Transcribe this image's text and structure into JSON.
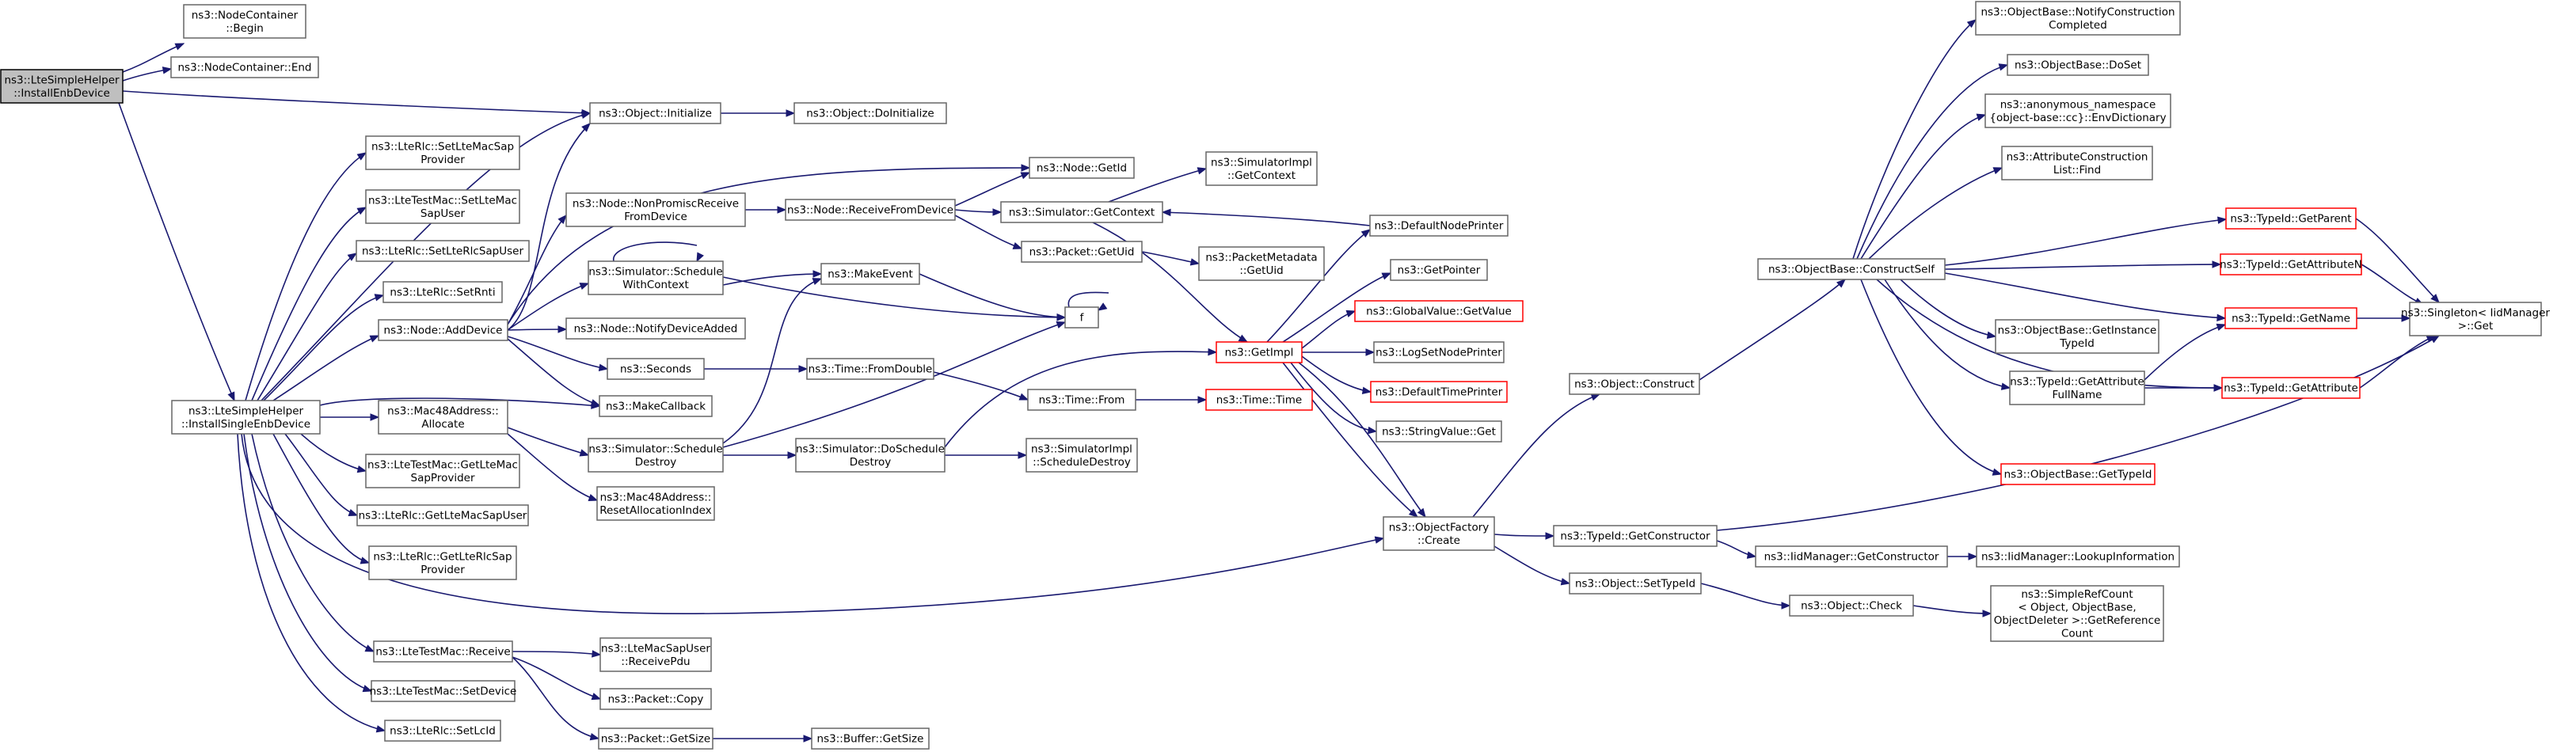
{
  "diagram": {
    "type": "call-graph",
    "colors": {
      "edge": "#191970",
      "node_border": "#666666",
      "node_fill": "#ffffff",
      "root_fill": "#bfbfbf",
      "root_border": "#000000",
      "truncated_border": "#ff0000"
    },
    "nodes": [
      {
        "id": "root",
        "lines": [
          "ns3::LteSimpleHelper",
          "::InstallEnbDevice"
        ],
        "root": true
      },
      {
        "id": "ncBegin",
        "lines": [
          "ns3::NodeContainer",
          "::Begin"
        ]
      },
      {
        "id": "ncEnd",
        "lines": [
          "ns3::NodeContainer::End"
        ]
      },
      {
        "id": "objInit",
        "lines": [
          "ns3::Object::Initialize"
        ]
      },
      {
        "id": "objDoInit",
        "lines": [
          "ns3::Object::DoInitialize"
        ]
      },
      {
        "id": "setLteMacSap",
        "lines": [
          "ns3::LteRlc::SetLteMacSap",
          "Provider"
        ]
      },
      {
        "id": "testMacSetSapUser",
        "lines": [
          "ns3::LteTestMac::SetLteMac",
          "SapUser"
        ]
      },
      {
        "id": "setRlcSapUser",
        "lines": [
          "ns3::LteRlc::SetLteRlcSapUser"
        ]
      },
      {
        "id": "setRnti",
        "lines": [
          "ns3::LteRlc::SetRnti"
        ]
      },
      {
        "id": "addDevice",
        "lines": [
          "ns3::Node::AddDevice"
        ]
      },
      {
        "id": "installSingle",
        "lines": [
          "ns3::LteSimpleHelper",
          "::InstallSingleEnbDevice"
        ]
      },
      {
        "id": "mac48Alloc",
        "lines": [
          "ns3::Mac48Address::",
          "Allocate"
        ]
      },
      {
        "id": "getLteMacSapProv",
        "lines": [
          "ns3::LteTestMac::GetLteMac",
          "SapProvider"
        ]
      },
      {
        "id": "getLteMacSapUser",
        "lines": [
          "ns3::LteRlc::GetLteMacSapUser"
        ]
      },
      {
        "id": "getLteRlcSapProv",
        "lines": [
          "ns3::LteRlc::GetLteRlcSap",
          "Provider"
        ]
      },
      {
        "id": "testMacReceive",
        "lines": [
          "ns3::LteTestMac::Receive"
        ]
      },
      {
        "id": "testMacSetDevice",
        "lines": [
          "ns3::LteTestMac::SetDevice"
        ]
      },
      {
        "id": "setLcId",
        "lines": [
          "ns3::LteRlc::SetLcId"
        ]
      },
      {
        "id": "nonPromisc",
        "lines": [
          "ns3::Node::NonPromiscReceive",
          "FromDevice"
        ]
      },
      {
        "id": "schedWithCtx",
        "lines": [
          "ns3::Simulator::Schedule",
          "WithContext"
        ]
      },
      {
        "id": "notifyDevAdded",
        "lines": [
          "ns3::Node::NotifyDeviceAdded"
        ]
      },
      {
        "id": "seconds",
        "lines": [
          "ns3::Seconds"
        ]
      },
      {
        "id": "makeCallback",
        "lines": [
          "ns3::MakeCallback"
        ]
      },
      {
        "id": "schedDestroy",
        "lines": [
          "ns3::Simulator::Schedule",
          "Destroy"
        ]
      },
      {
        "id": "resetAlloc",
        "lines": [
          "ns3::Mac48Address::",
          "ResetAllocationIndex"
        ]
      },
      {
        "id": "receivePdu",
        "lines": [
          "ns3::LteMacSapUser",
          "::ReceivePdu"
        ]
      },
      {
        "id": "packetCopy",
        "lines": [
          "ns3::Packet::Copy"
        ]
      },
      {
        "id": "packetGetSize",
        "lines": [
          "ns3::Packet::GetSize"
        ]
      },
      {
        "id": "bufferGetSize",
        "lines": [
          "ns3::Buffer::GetSize"
        ]
      },
      {
        "id": "nodeGetId",
        "lines": [
          "ns3::Node::GetId"
        ]
      },
      {
        "id": "receiveFromDevice",
        "lines": [
          "ns3::Node::ReceiveFromDevice"
        ]
      },
      {
        "id": "makeEvent",
        "lines": [
          "ns3::MakeEvent"
        ]
      },
      {
        "id": "timeFromDouble",
        "lines": [
          "ns3::Time::FromDouble"
        ]
      },
      {
        "id": "doScheduleDestroy",
        "lines": [
          "ns3::Simulator::DoSchedule",
          "Destroy"
        ]
      },
      {
        "id": "simGetContext",
        "lines": [
          "ns3::Simulator::GetContext"
        ]
      },
      {
        "id": "packetGetUid",
        "lines": [
          "ns3::Packet::GetUid"
        ]
      },
      {
        "id": "fNode",
        "lines": [
          "f"
        ]
      },
      {
        "id": "timeFrom",
        "lines": [
          "ns3::Time::From"
        ]
      },
      {
        "id": "timeTime",
        "lines": [
          "ns3::Time::Time"
        ],
        "truncated": true
      },
      {
        "id": "implScheduleDestroy",
        "lines": [
          "ns3::SimulatorImpl",
          "::ScheduleDestroy"
        ]
      },
      {
        "id": "implGetContext",
        "lines": [
          "ns3::SimulatorImpl",
          "::GetContext"
        ]
      },
      {
        "id": "pktMetaGetUid",
        "lines": [
          "ns3::PacketMetadata",
          "::GetUid"
        ]
      },
      {
        "id": "getImpl",
        "lines": [
          "ns3::GetImpl"
        ],
        "truncated": true
      },
      {
        "id": "defaultNodePrinter",
        "lines": [
          "ns3::DefaultNodePrinter"
        ]
      },
      {
        "id": "getPointer",
        "lines": [
          "ns3::GetPointer"
        ]
      },
      {
        "id": "globalValueGet",
        "lines": [
          "ns3::GlobalValue::GetValue"
        ],
        "truncated": true
      },
      {
        "id": "logSetNodePrinter",
        "lines": [
          "ns3::LogSetNodePrinter"
        ]
      },
      {
        "id": "defaultTimePrinter",
        "lines": [
          "ns3::DefaultTimePrinter"
        ],
        "truncated": true
      },
      {
        "id": "stringValueGet",
        "lines": [
          "ns3::StringValue::Get"
        ]
      },
      {
        "id": "objFactoryCreate",
        "lines": [
          "ns3::ObjectFactory",
          "::Create"
        ]
      },
      {
        "id": "objConstruct",
        "lines": [
          "ns3::Object::Construct"
        ]
      },
      {
        "id": "typeIdGetCtor",
        "lines": [
          "ns3::TypeId::GetConstructor"
        ]
      },
      {
        "id": "objSetTypeId",
        "lines": [
          "ns3::Object::SetTypeId"
        ]
      },
      {
        "id": "constructSelf",
        "lines": [
          "ns3::ObjectBase::ConstructSelf"
        ]
      },
      {
        "id": "iidGetCtor",
        "lines": [
          "ns3::IidManager::GetConstructor"
        ]
      },
      {
        "id": "objCheck",
        "lines": [
          "ns3::Object::Check"
        ]
      },
      {
        "id": "notifyConstruction",
        "lines": [
          "ns3::ObjectBase::NotifyConstruction",
          "Completed"
        ]
      },
      {
        "id": "doSet",
        "lines": [
          "ns3::ObjectBase::DoSet"
        ]
      },
      {
        "id": "envDictionary",
        "lines": [
          "ns3::anonymous_namespace",
          "{object-base::cc}::EnvDictionary"
        ]
      },
      {
        "id": "attrConstructionFind",
        "lines": [
          "ns3::AttributeConstruction",
          "List::Find"
        ]
      },
      {
        "id": "getInstanceTypeId",
        "lines": [
          "ns3::ObjectBase::GetInstance",
          "TypeId"
        ]
      },
      {
        "id": "getAttrFullName",
        "lines": [
          "ns3::TypeId::GetAttribute",
          "FullName"
        ]
      },
      {
        "id": "objBaseGetTypeId",
        "lines": [
          "ns3::ObjectBase::GetTypeId"
        ],
        "truncated": true
      },
      {
        "id": "lookupInfo",
        "lines": [
          "ns3::IidManager::LookupInformation"
        ]
      },
      {
        "id": "simpleRefCount",
        "lines": [
          "ns3::SimpleRefCount",
          "< Object, ObjectBase,",
          "ObjectDeleter >::GetReference",
          "Count"
        ]
      },
      {
        "id": "typeIdGetParent",
        "lines": [
          "ns3::TypeId::GetParent"
        ],
        "truncated": true
      },
      {
        "id": "typeIdGetAttrN",
        "lines": [
          "ns3::TypeId::GetAttributeN"
        ],
        "truncated": true
      },
      {
        "id": "typeIdGetName",
        "lines": [
          "ns3::TypeId::GetName"
        ],
        "truncated": true
      },
      {
        "id": "typeIdGetAttr",
        "lines": [
          "ns3::TypeId::GetAttribute"
        ],
        "truncated": true
      },
      {
        "id": "singletonGet",
        "lines": [
          "ns3::Singleton< IidManager",
          " >::Get"
        ]
      }
    ]
  }
}
